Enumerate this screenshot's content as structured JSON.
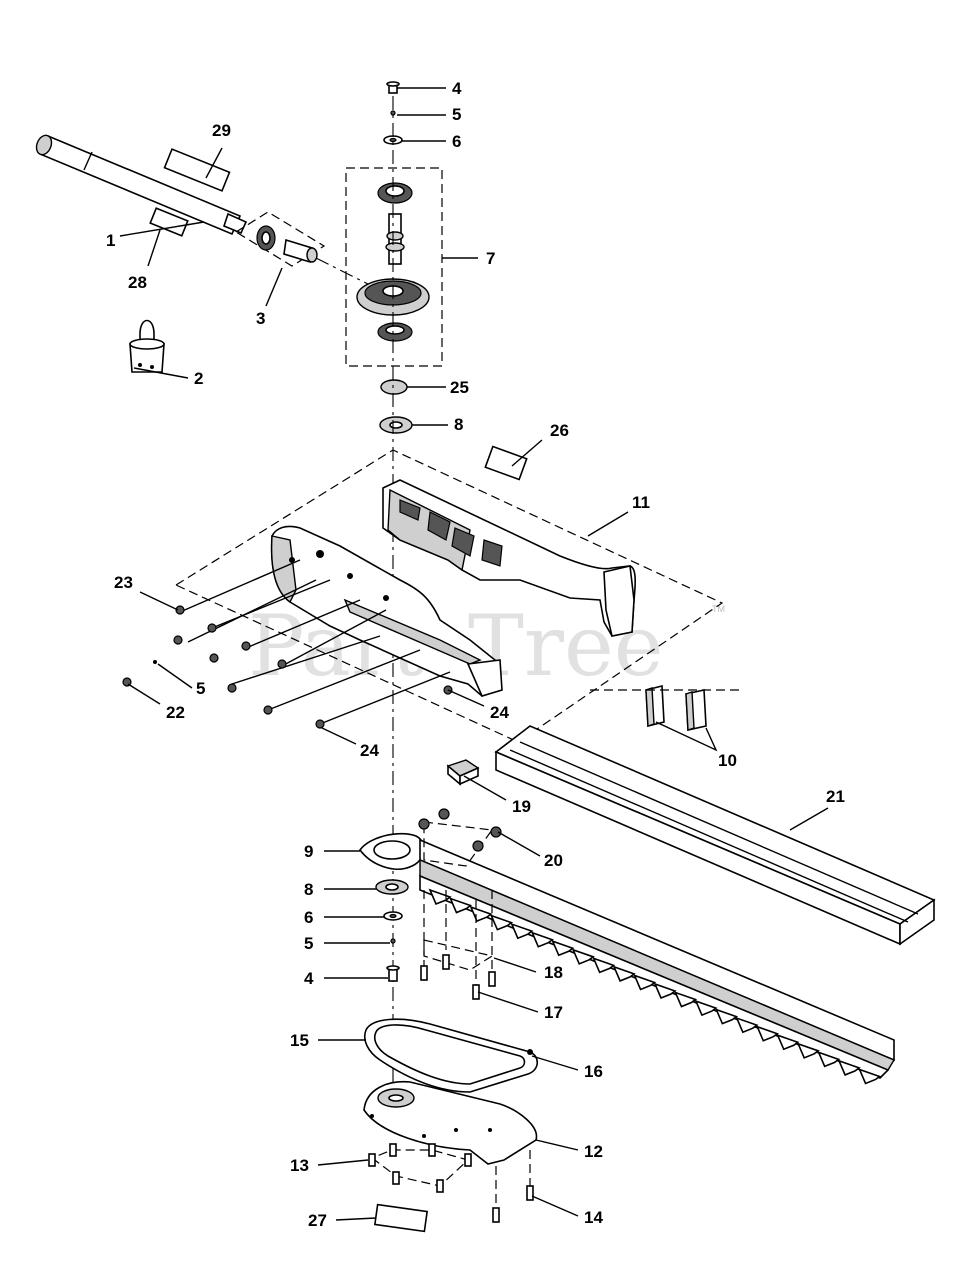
{
  "watermark": "PartsTree",
  "watermark_mark": "TM",
  "callouts": [
    {
      "id": "c1",
      "label": "1"
    },
    {
      "id": "c2",
      "label": "2"
    },
    {
      "id": "c3",
      "label": "3"
    },
    {
      "id": "c4a",
      "label": "4"
    },
    {
      "id": "c5a",
      "label": "5"
    },
    {
      "id": "c6a",
      "label": "6"
    },
    {
      "id": "c7",
      "label": "7"
    },
    {
      "id": "c25",
      "label": "25"
    },
    {
      "id": "c8a",
      "label": "8"
    },
    {
      "id": "c26",
      "label": "26"
    },
    {
      "id": "c11",
      "label": "11"
    },
    {
      "id": "c23",
      "label": "23"
    },
    {
      "id": "c5b",
      "label": "5"
    },
    {
      "id": "c22",
      "label": "22"
    },
    {
      "id": "c24a",
      "label": "24"
    },
    {
      "id": "c24b",
      "label": "24"
    },
    {
      "id": "c10",
      "label": "10"
    },
    {
      "id": "c19",
      "label": "19"
    },
    {
      "id": "c21",
      "label": "21"
    },
    {
      "id": "c9",
      "label": "9"
    },
    {
      "id": "c20",
      "label": "20"
    },
    {
      "id": "c8b",
      "label": "8"
    },
    {
      "id": "c6b",
      "label": "6"
    },
    {
      "id": "c5c",
      "label": "5"
    },
    {
      "id": "c18",
      "label": "18"
    },
    {
      "id": "c4b",
      "label": "4"
    },
    {
      "id": "c17",
      "label": "17"
    },
    {
      "id": "c15",
      "label": "15"
    },
    {
      "id": "c16",
      "label": "16"
    },
    {
      "id": "c12",
      "label": "12"
    },
    {
      "id": "c13",
      "label": "13"
    },
    {
      "id": "c27",
      "label": "27"
    },
    {
      "id": "c14",
      "label": "14"
    },
    {
      "id": "c28",
      "label": "28"
    },
    {
      "id": "c29",
      "label": "29"
    }
  ]
}
